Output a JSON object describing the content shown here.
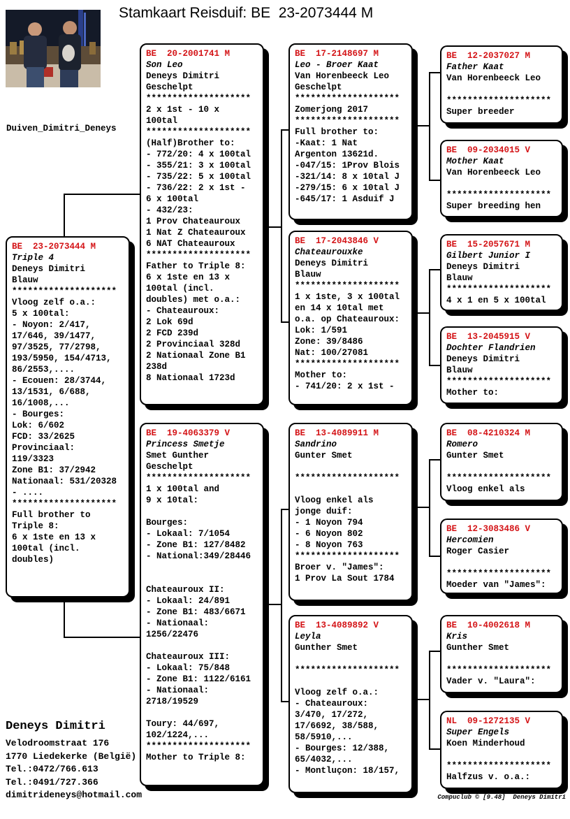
{
  "title": "Stamkaart Reisduif: BE  23-2073444 M",
  "accent_color": "#d41417",
  "photo": {
    "caption": "Duiven_Dimitri_Deneys"
  },
  "contact": {
    "name": "Deneys Dimitri",
    "street": "Velodroomstraat 176",
    "city": "1770  Liedekerke (België)",
    "phone1": "Tel.:0472/766.613",
    "phone2": "Tel.:0491/727.366",
    "email": "dimitrideneys@hotmail.com"
  },
  "footer": {
    "credit": "Compuclub © [9.48]  Deneys Dimitri"
  },
  "cards": {
    "subject": {
      "ring": "BE  23-2073444 M",
      "name": "Triple 4",
      "body": "Deneys Dimitri\nBlauw\n********************\nVloog zelf o.a.:\n5 x 100tal:\n- Noyon: 2/417,\n17/646, 39/1477,\n97/3525, 77/2798,\n193/5950, 154/4713,\n86/2553,....\n- Ecouen: 28/3744,\n13/1531, 6/688,\n16/1008,...\n- Bourges:\nLok: 6/602\nFCD: 33/2625\nProvinciaal:\n119/3323\nZone B1: 37/2942\nNationaal: 531/20328\n- ....\n********************\nFull brother to\nTriple 8:\n6 x 1ste en 13 x\n100tal (incl.\ndoubles)"
    },
    "sire": {
      "ring": "BE  20-2001741 M",
      "name": "Son Leo",
      "body": "Deneys Dimitri\nGeschelpt\n********************\n2 x 1st - 10 x\n100tal\n********************\n(Half)Brother to:\n- 772/20: 4 x 100tal\n- 355/21: 3 x 100tal\n- 735/22: 5 x 100tal\n- 736/22: 2 x 1st -\n6 x 100tal\n- 432/23:\n1 Prov Chateauroux\n1 Nat Z Chateauroux\n6 NAT Chateauroux\n********************\nFather to Triple 8:\n6 x 1ste en 13 x\n100tal (incl.\ndoubles) met o.a.:\n- Chateauroux:\n2 Lok 69d\n2 FCD 239d\n2 Provinciaal 328d\n2 Nationaal Zone B1\n238d\n8 Nationaal 1723d"
    },
    "dam": {
      "ring": "BE  19-4063379 V",
      "name": "Princess Smetje",
      "body": "Smet Gunther\nGeschelpt\n********************\n1 x 100tal and\n9 x 10tal:\n\nBourges:\n- Lokaal: 7/1054\n- Zone B1: 127/8482\n- National:349/28446\n\n\nChateauroux II:\n- Lokaal: 24/891\n- Zone B1: 483/6671\n- Nationaal:\n1256/22476\n\nChateauroux III:\n- Lokaal: 75/848\n- Zone B1: 1122/6161\n- Nationaal:\n2718/19529\n\nToury: 44/697,\n102/1224,...\n********************\nMother to Triple 8:"
    },
    "ss": {
      "ring": "BE  17-2148697 M",
      "name": "Leo - Broer Kaat",
      "body": "Van Horenbeeck Leo\nGeschelpt\n********************\nZomerjong 2017\n********************\nFull brother to:\n-Kaat: 1 Nat\nArgenton 13621d.\n-047/15: 1Prov Blois\n-321/14: 8 x 10tal J\n-279/15: 6 x 10tal J\n-645/17: 1 Asduif J"
    },
    "sd": {
      "ring": "BE  17-2043846 V",
      "name": "Chateaurouxke",
      "body": "Deneys Dimitri\nBlauw\n********************\n1 x 1ste, 3 x 100tal\nen 14 x 10tal met\no.a. op Chateauroux:\nLok: 1/591\nZone: 39/8486\nNat: 100/27081\n********************\nMother to:\n- 741/20: 2 x 1st -"
    },
    "ds": {
      "ring": "BE  13-4089911 M",
      "name": "Sandrino",
      "body": "Gunter Smet\n\n********************\n\nVloog enkel als\njonge duif:\n- 1 Noyon 794\n- 6 Noyon 802\n- 8 Noyon 763\n********************\nBroer v. \"James\":\n1 Prov La Sout 1784"
    },
    "dd": {
      "ring": "BE  13-4089892 V",
      "name": "Leyla",
      "body": "Gunther Smet\n\n********************\n\nVloog zelf o.a.:\n- Chateauroux:\n3/470, 17/272,\n17/6692, 38/588,\n58/5910,...\n- Bourges: 12/388,\n65/4032,...\n- Montluçon: 18/157,"
    },
    "sss": {
      "ring": "BE  12-2037027 M",
      "name": "Father Kaat",
      "body": "Van Horenbeeck Leo\n\n********************\nSuper breeder"
    },
    "ssd": {
      "ring": "BE  09-2034015 V",
      "name": "Mother Kaat",
      "body": "Van Horenbeeck Leo\n\n********************\nSuper breeding hen"
    },
    "sds": {
      "ring": "BE  15-2057671 M",
      "name": "Gilbert Junior I",
      "body": "Deneys Dimitri\nBlauw\n********************\n4 x 1 en 5 x 100tal"
    },
    "sdd": {
      "ring": "BE  13-2045915 V",
      "name": "Dochter Flandrien",
      "body": "Deneys Dimitri\nBlauw\n********************\nMother to:"
    },
    "dss": {
      "ring": "BE  08-4210324 M",
      "name": "Romero",
      "body": "Gunter Smet\n\n********************\nVloog enkel als"
    },
    "dsd": {
      "ring": "BE  12-3083486 V",
      "name": "Hercomien",
      "body": "Roger Casier\n\n********************\nMoeder van \"James\":"
    },
    "dds": {
      "ring": "BE  10-4002618 M",
      "name": "Kris",
      "body": "Gunther Smet\n\n********************\nVader v. \"Laura\":"
    },
    "ddd": {
      "ring": "NL  09-1272135 V",
      "name": "Super Engels",
      "body": "Koen Minderhoud\n\n********************\nHalfzus v. o.a.:"
    }
  }
}
